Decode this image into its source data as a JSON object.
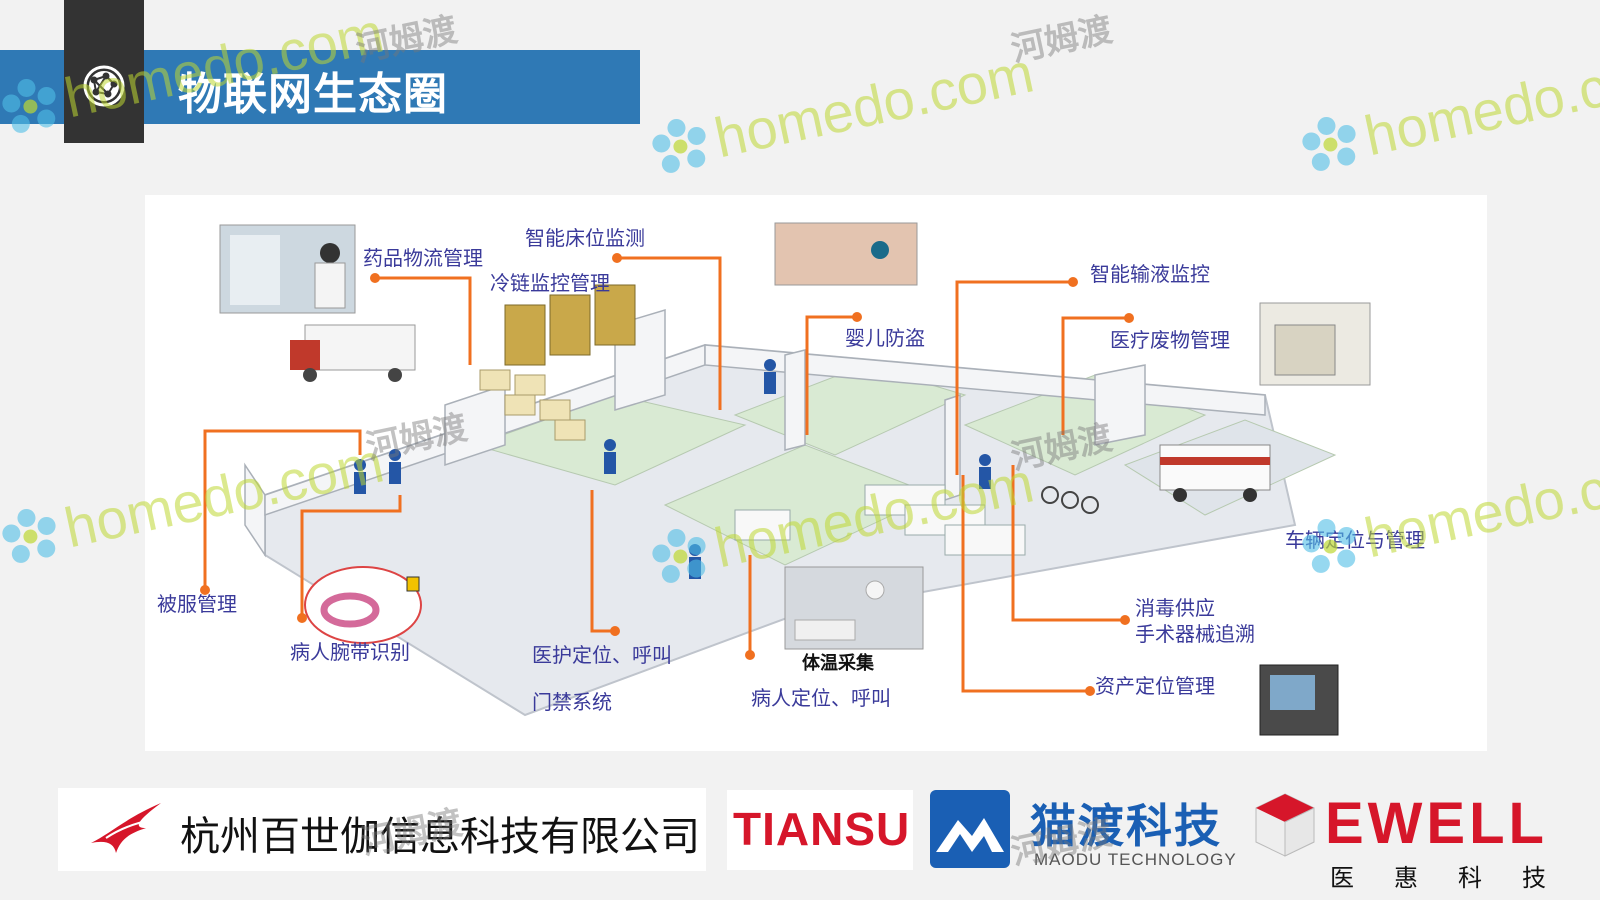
{
  "slide": {
    "title": "物联网生态圈"
  },
  "diagram": {
    "labels": {
      "drug_logistics": "药品物流管理",
      "smart_bed": "智能床位监测",
      "cold_chain": "冷链监控管理",
      "infant_antitheft": "婴儿防盗",
      "smart_infusion": "智能输液监控",
      "medical_waste": "医疗废物管理",
      "bedding": "被服管理",
      "wristband": "病人腕带识别",
      "staff_location": "医护定位、呼叫",
      "access_control": "门禁系统",
      "patient_location": "病人定位、呼叫",
      "temperature": "体温采集",
      "sterilization": "消毒供应\n手术器械追溯",
      "asset_location": "资产定位管理",
      "vehicle": "车辆定位与管理"
    },
    "colors": {
      "leader_line": "#f07020",
      "label_text": "#3a3a9a"
    }
  },
  "logos": {
    "company_name": "杭州百世伽信息科技有限公司",
    "tiansu": "TIANSU",
    "maodu_cn": "猫渡科技",
    "maodu_en": "MAODU TECHNOLOGY",
    "ewell": "EWELL",
    "ewell_sub": "医惠科技"
  },
  "watermark": {
    "en": "homedo.com",
    "cn": "河姆渡"
  },
  "theme": {
    "title_bar": "#2f79b5",
    "icon_box": "#333333",
    "brand_red": "#d6162a",
    "brand_blue": "#1a5fb4"
  }
}
